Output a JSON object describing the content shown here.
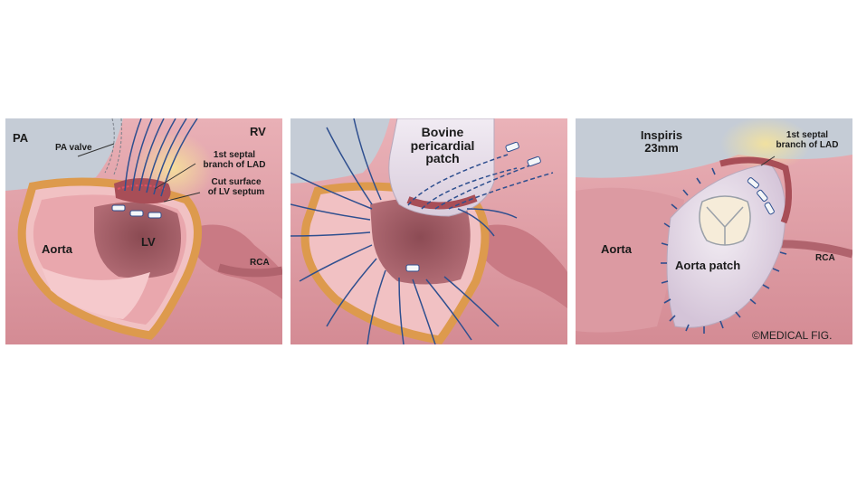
{
  "panels": [
    {
      "labels": {
        "pa": "PA",
        "rv": "RV",
        "pa_valve": "PA valve",
        "septal_branch": "1st septal\nbranch of LAD",
        "cut_surface": "Cut surface\nof LV septum",
        "aorta": "Aorta",
        "lv": "LV",
        "rca": "RCA"
      }
    },
    {
      "labels": {
        "patch": "Bovine\npericardial\npatch"
      }
    },
    {
      "labels": {
        "inspiris": "Inspiris\n23mm",
        "septal_branch": "1st septal\nbranch of LAD",
        "aorta": "Aorta",
        "aorta_patch": "Aorta patch",
        "rca": "RCA",
        "credit": "©MEDICAL FIG."
      }
    }
  ],
  "colors": {
    "tissue": "#d98a93",
    "tissue_dark": "#b86872",
    "background_tissue": "#c9cfd8",
    "aortic_wall": "#e8a866",
    "suture": "#2f4f8f",
    "muscle": "#a4525a",
    "patch": "#e6dde8"
  }
}
